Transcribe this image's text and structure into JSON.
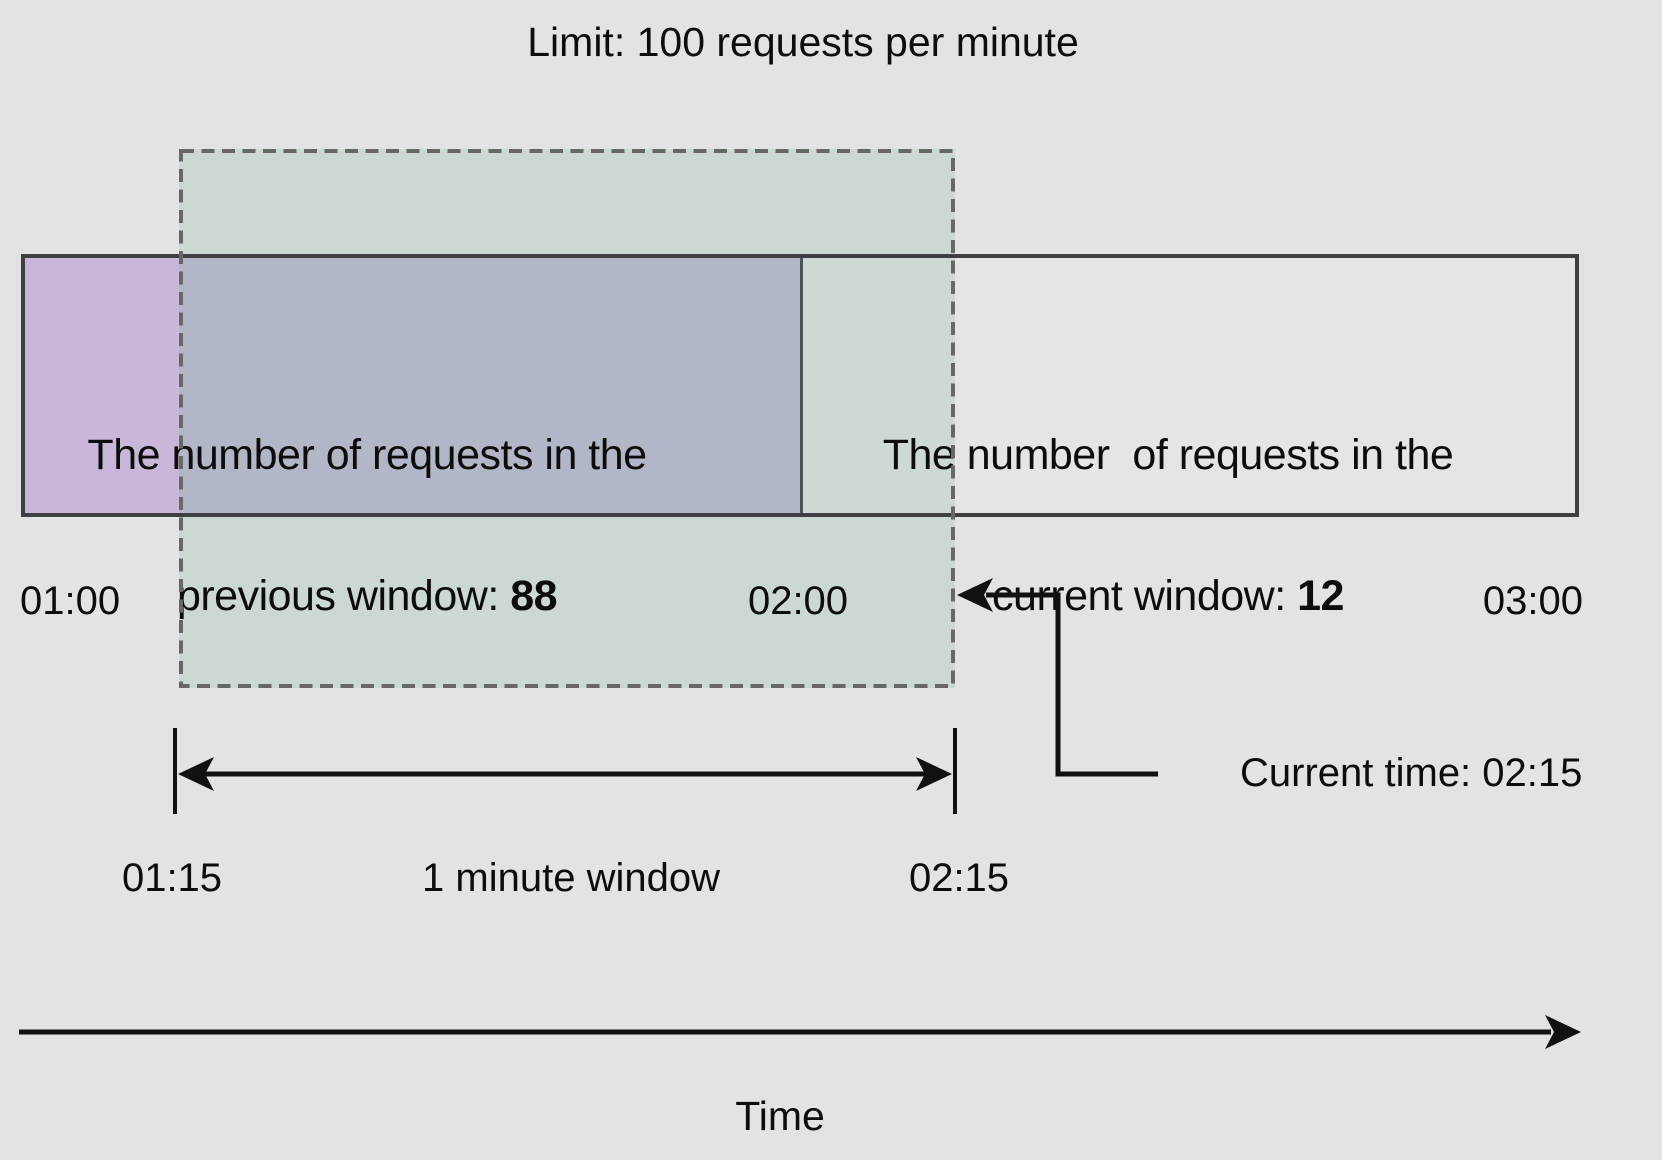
{
  "title": "Limit: 100 requests per minute",
  "previous_window": {
    "line1": "The number of requests in the",
    "line2_prefix": "previous window: ",
    "count": "88"
  },
  "current_window": {
    "line1": "The number  of requests in the",
    "line2_prefix": "current window: ",
    "count": "12"
  },
  "timeline_labels": {
    "start": "01:00",
    "middle": "02:00",
    "end": "03:00"
  },
  "sliding_window": {
    "start_label": "01:15",
    "span_label": "1 minute window",
    "end_label": "02:15"
  },
  "current_time_label": "Current time: 02:15",
  "axis_label": "Time",
  "colors": {
    "background": "#e3e3e5",
    "bar_fill": "#e5e5e7",
    "bar_border": "#3f4043",
    "previous_window_purple": "#c8b7d8",
    "window_overlap_blue_gray": "#b1b7c7",
    "sliding_window_green": "#ccd8d2",
    "current_overlap_green": "#ced9d3",
    "dashed_outline": "#676767",
    "arrow": "#111111"
  }
}
